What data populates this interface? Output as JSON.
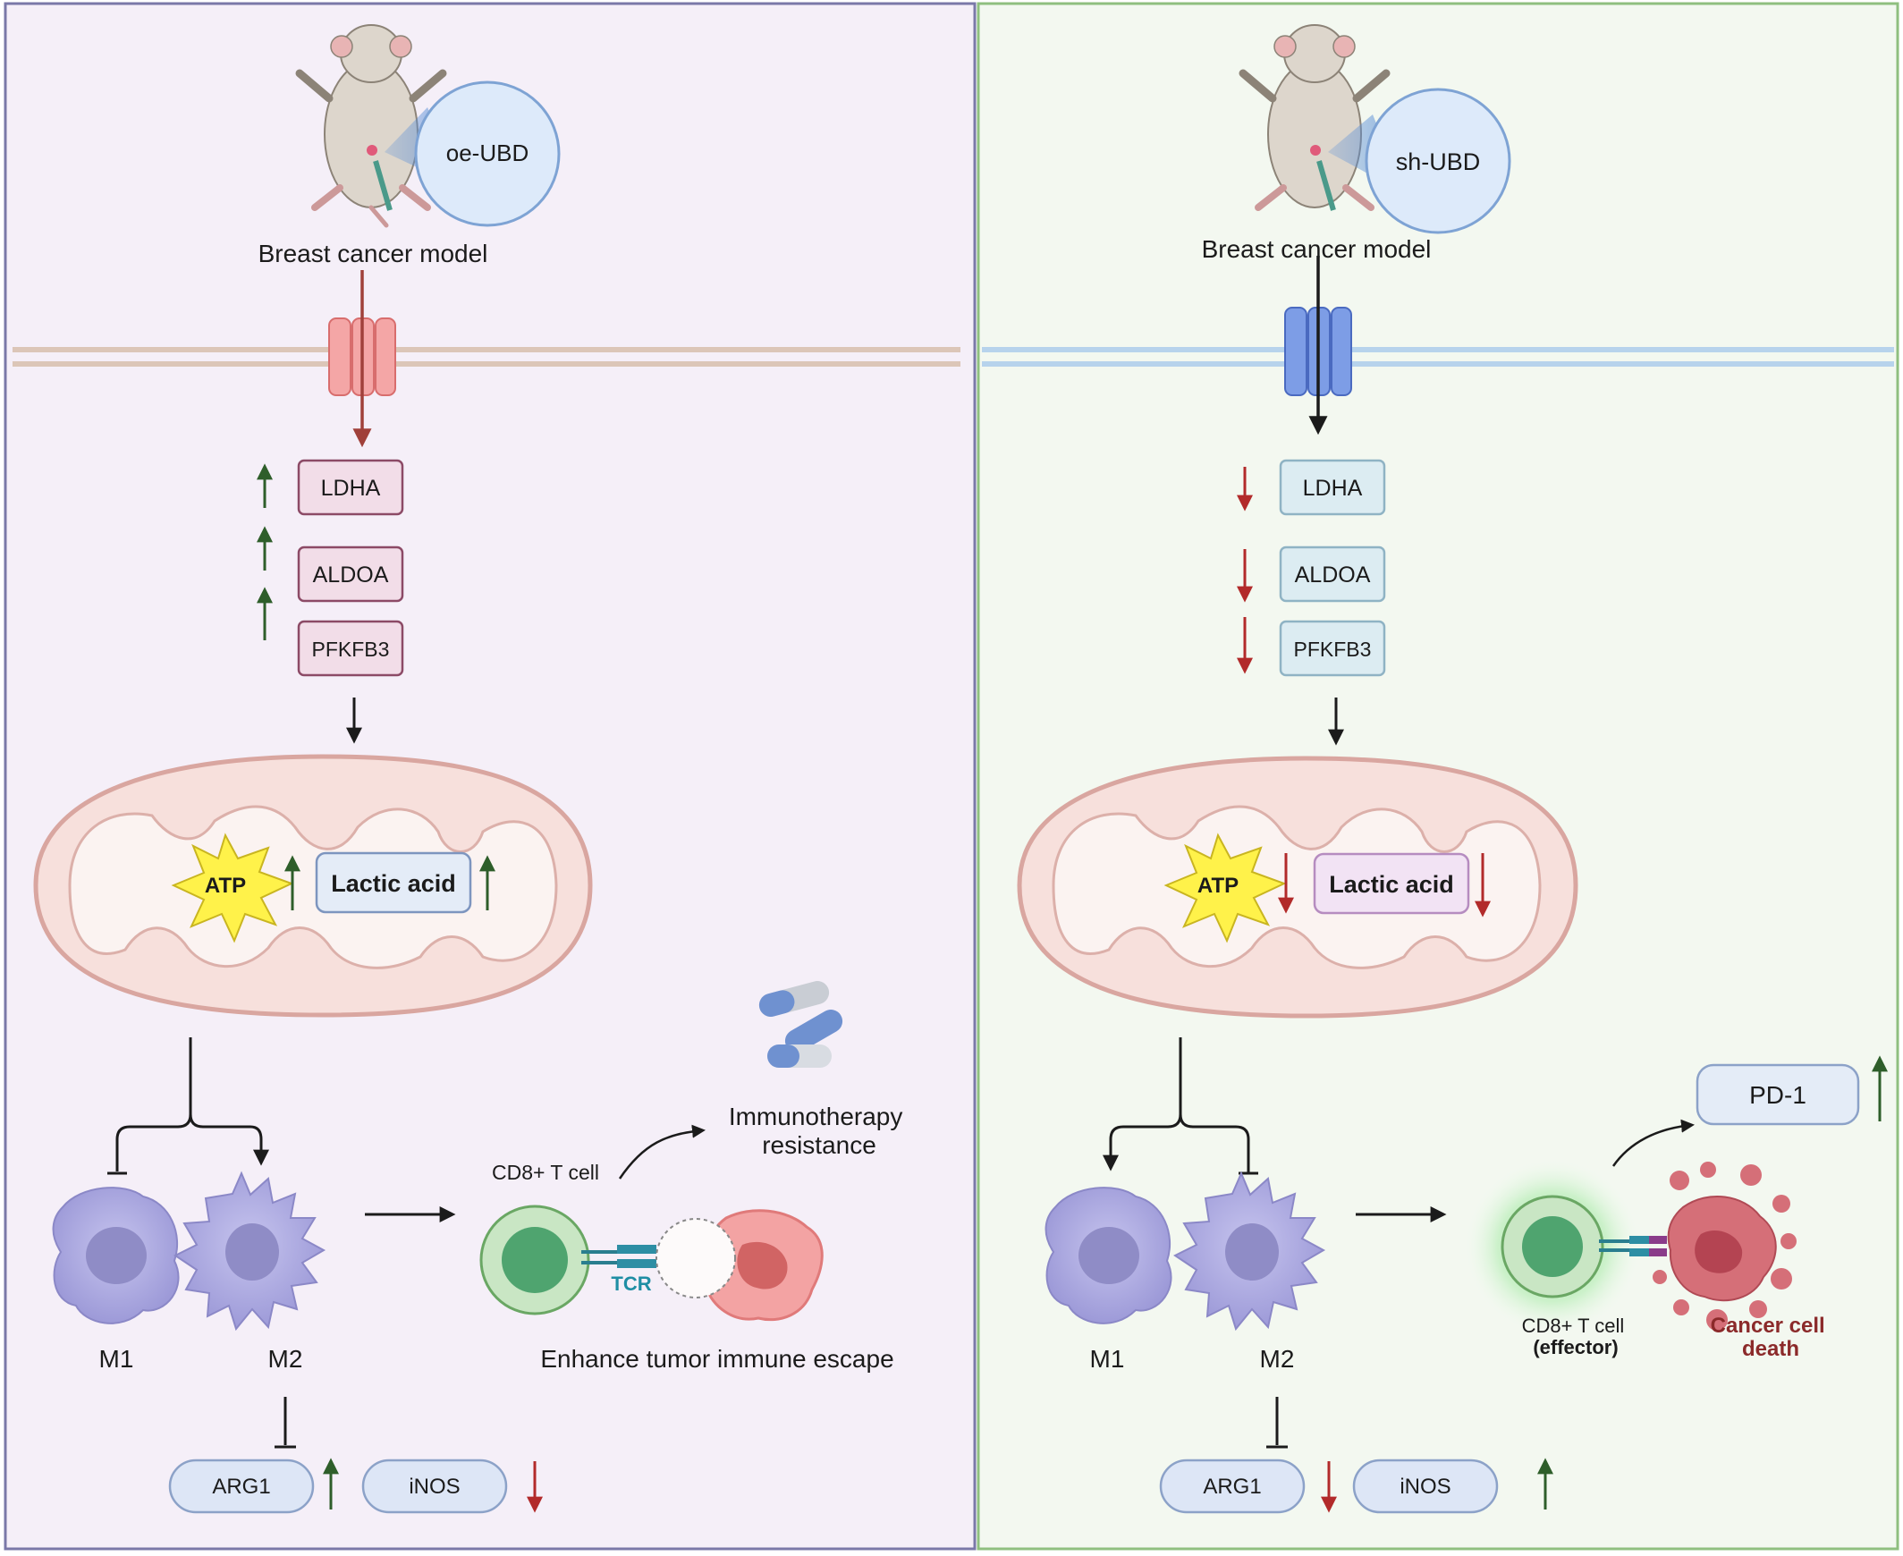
{
  "left_panel": {
    "injection_label": "oe-UBD",
    "model_label": "Breast cancer model",
    "genes": [
      "LDHA",
      "ALDOA",
      "PFKFB3"
    ],
    "atp_label": "ATP",
    "lactic_label": "Lactic acid",
    "macrophages": [
      "M1",
      "M2"
    ],
    "tcell_label": "CD8+ T cell",
    "tcr_label": "TCR",
    "outcome_label": "Immunotherapy resistance",
    "outcome_lines": [
      "Immunotherapy",
      "resistance"
    ],
    "escape_label": "Enhance tumor immune escape",
    "markers": [
      "ARG1",
      "iNOS"
    ]
  },
  "right_panel": {
    "injection_label": "sh-UBD",
    "model_label": "Breast cancer model",
    "genes": [
      "LDHA",
      "ALDOA",
      "PFKFB3"
    ],
    "atp_label": "ATP",
    "lactic_label": "Lactic acid",
    "macrophages": [
      "M1",
      "M2"
    ],
    "tcell_lines": [
      "CD8+ T cell",
      "(effector)"
    ],
    "death_lines": [
      "Cancer cell",
      "death"
    ],
    "pd1_label": "PD-1",
    "markers": [
      "ARG1",
      "iNOS"
    ]
  },
  "colors": {
    "left_bg": "#f5eff8",
    "right_bg": "#f3f8f0",
    "left_border": "#7a78a8",
    "right_border": "#8fbf7f",
    "up_arrow": "#2e5e2a",
    "down_arrow": "#b22a2a",
    "left_channel": "#f4a6a6",
    "right_channel": "#7d9de6"
  }
}
